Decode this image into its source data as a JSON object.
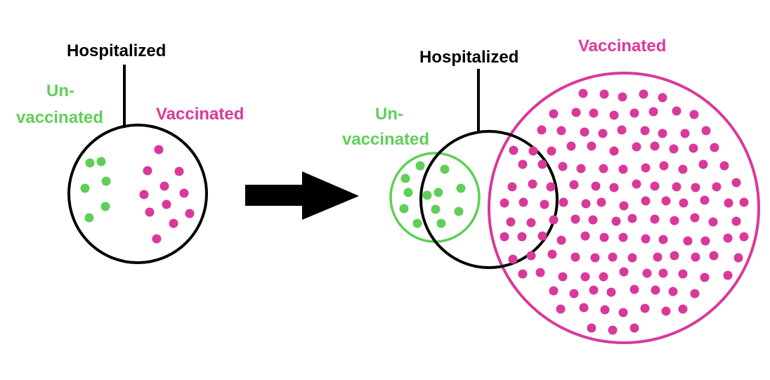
{
  "colors": {
    "hospitalized": "#000000",
    "unvaccinated": "#5fcf57",
    "vaccinated": "#d9399a",
    "background": "#ffffff"
  },
  "left_panel": {
    "hospitalized_label": "Hospitalized",
    "unvaccinated_label_line1": "Un-",
    "unvaccinated_label_line2": "vaccinated",
    "vaccinated_label": "Vaccinated",
    "unvaccinated_dot_count": 6,
    "vaccinated_dot_count": 11
  },
  "arrow": {
    "icon": "right-arrow-icon"
  },
  "right_panel": {
    "hospitalized_label": "Hospitalized",
    "unvaccinated_label_line1": "Un-",
    "unvaccinated_label_line2": "vaccinated",
    "vaccinated_label": "Vaccinated",
    "unvaccinated_dot_count": 12
  }
}
